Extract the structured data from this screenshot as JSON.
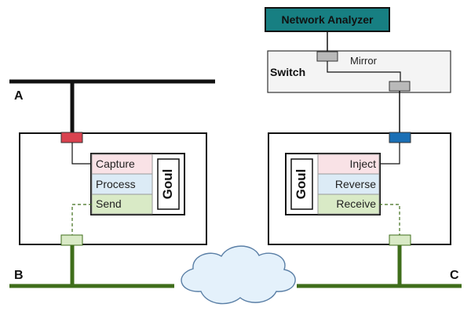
{
  "network_analyzer": {
    "label": "Network Analyzer",
    "color": "#177f82"
  },
  "switch": {
    "label": "Switch",
    "mirror_label": "Mirror"
  },
  "networks": {
    "a": "A",
    "b": "B",
    "c": "C"
  },
  "left_goul": {
    "name": "Goul",
    "rows": [
      "Capture",
      "Process",
      "Send"
    ]
  },
  "right_goul": {
    "name": "Goul",
    "rows": [
      "Inject",
      "Reverse",
      "Receive"
    ]
  },
  "colors": {
    "capture_port": "#d9424f",
    "inject_port": "#1a6fb5",
    "pink_row": "#f9e2e6",
    "blue_row": "#dcebf6",
    "green_row": "#d9eac6",
    "green_link": "#3f6e1b",
    "switch_bg": "#f4f4f4",
    "mirror_port": "#b9b9b9"
  }
}
